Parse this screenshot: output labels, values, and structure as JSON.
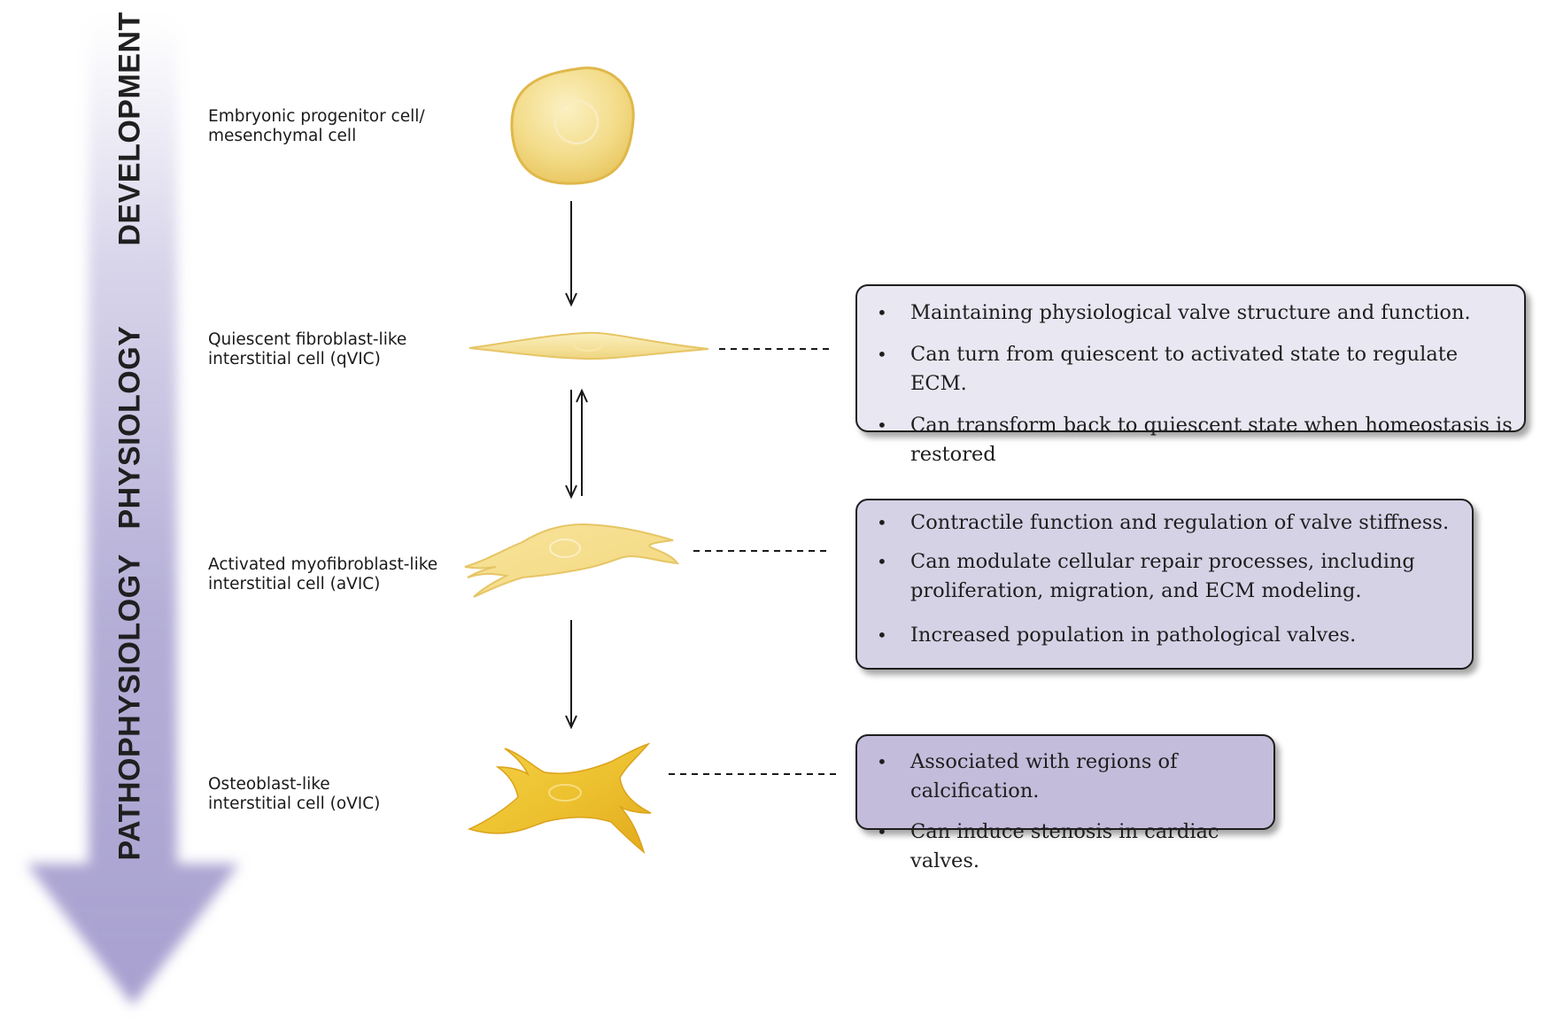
{
  "stages": {
    "development": "DEVELOPMENT",
    "physiology": "PHYSIOLOGY",
    "pathophysiology": "PATHOPHYSIOLOGY"
  },
  "cells": {
    "embryonic": {
      "line1": "Embryonic progenitor cell/",
      "line2": "mesenchymal cell"
    },
    "qvic": {
      "line1": "Quiescent fibroblast-like",
      "line2": "interstitial cell (qVIC)"
    },
    "avic": {
      "line1": "Activated myofibroblast-like",
      "line2": "interstitial cell (aVIC)"
    },
    "ovic": {
      "line1": "Osteoblast-like",
      "line2": "interstitial cell (oVIC)"
    }
  },
  "boxes": {
    "qvic": [
      "Maintaining physiological valve structure and function.",
      "Can turn from quiescent to activated state to regulate ECM.",
      "Can transform back to quiescent state when homeostasis is restored"
    ],
    "avic": [
      "Contractile function and regulation of valve stiffness.",
      "Can modulate cellular repair processes, including proliferation, migration, and ECM modeling.",
      "Increased population in pathological valves."
    ],
    "ovic": [
      "Associated with regions of calcification.",
      "Can induce stenosis in cardiac valves."
    ]
  },
  "colors": {
    "arrow": "#a8a1d0",
    "cell_light": "#f7e7a0",
    "cell_mid": "#efd17a",
    "cell_outline": "#e0b84a",
    "cell_dark": "#e6b520",
    "box_q": "#e9e7f1",
    "box_a": "#d6d2e6",
    "box_o": "#c4bcdb"
  }
}
